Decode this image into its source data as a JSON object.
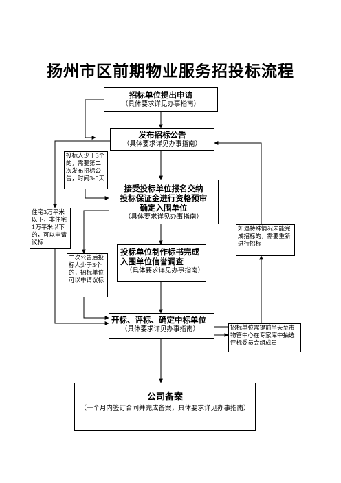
{
  "title": "扬州市区前期物业服务招投标流程",
  "steps": {
    "s1": {
      "title": "招标单位提出申请",
      "sub": "（具体要求详见办事指南）"
    },
    "s2": {
      "title": "发布招标公告",
      "sub": "（具体要求详见办事指南）"
    },
    "s3": {
      "line1": "接受投标单位报名交纳",
      "line2": "投标保证金进行资格预审",
      "line3": "确定入围单位",
      "sub": "（具体要求详见办事指南）"
    },
    "s4": {
      "line1": "投标单位制作标书完成",
      "line2": "入围单位信誉调查",
      "sub": "（具体要求详见办事指南）"
    },
    "s5": {
      "title": "开标、评标、确定中标单位",
      "sub": "（具体要求详见办事指南）"
    },
    "s6": {
      "title": "公司备案",
      "sub": "（一个月内签订合同并完成备案，具体要求详见办事指南）"
    }
  },
  "notes": {
    "n1": "投标人少于3个的，需要第二次发布招标公告，时间3-5天",
    "n2": "住宅3万平米以下，非住宅1万平米以下的，可以申请议标",
    "n3": "二次公告后投标人少于3个的，招标单位可以申请议标",
    "n4": "如遇特殊情况未能完成招标的，需要重新进行招标",
    "n5": "招标单位需提前半天至市物管中心在专家库中抽选评标委员会组成员"
  }
}
